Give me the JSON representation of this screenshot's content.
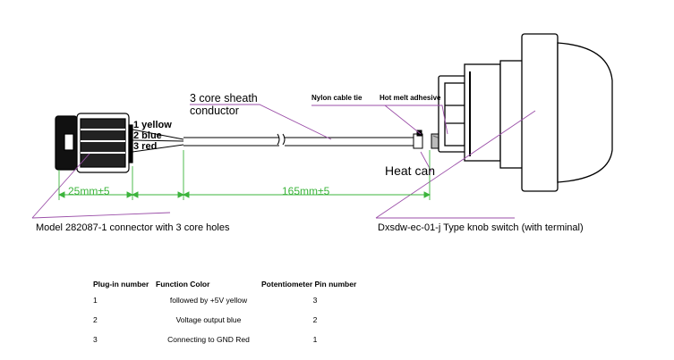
{
  "labels": {
    "sheath_line1": "3 core sheath",
    "sheath_line2": "conductor",
    "nylon_tie": "Nylon cable tie",
    "hot_melt": "Hot melt adhesive",
    "heat_can": "Heat can",
    "wire1": "1 yellow",
    "wire2": "2 blue",
    "wire3": "3 red",
    "dim_left": "25mm±5",
    "dim_right": "165mm±5",
    "connector_caption": "Model 282087-1 connector with 3 core holes",
    "switch_caption": "Dxsdw-ec-01-j Type knob switch (with terminal)"
  },
  "table": {
    "headers": {
      "plug": "Plug-in number",
      "function_color": "Function    Color",
      "pin": "Potentiometer Pin number"
    },
    "rows": [
      {
        "plug": "1",
        "function_color": "followed by +5V yellow",
        "pin": "3"
      },
      {
        "plug": "2",
        "function_color": "Voltage output blue",
        "pin": "2"
      },
      {
        "plug": "3",
        "function_color": "Connecting to GND Red",
        "pin": "1"
      }
    ]
  },
  "colors": {
    "dimension": "#3cb43c",
    "leader": "#9b4fa8",
    "outline": "#000000"
  }
}
